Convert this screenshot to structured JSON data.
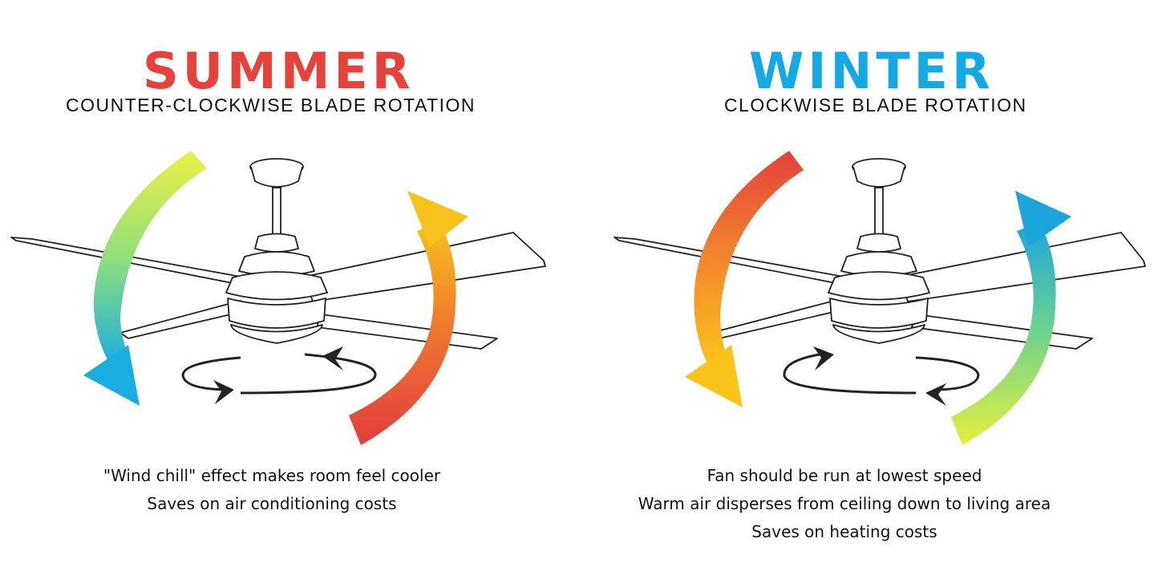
{
  "colors": {
    "summer_title": "#e8413a",
    "winter_title": "#12a9e6",
    "line": "#222222"
  },
  "summer": {
    "title": "SUMMER",
    "subtitle": "COUNTER-CLOCKWISE BLADE ROTATION",
    "benefits": [
      "\"Wind chill\" effect makes room feel cooler",
      "Saves on air conditioning costs"
    ],
    "airflow": "downward",
    "left_arrow_gradient": [
      "#ecef45",
      "#8fdf7a",
      "#1aaee0"
    ],
    "right_arrow_gradient": [
      "#e23d3d",
      "#f07a2e",
      "#f7c21b"
    ]
  },
  "winter": {
    "title": "WINTER",
    "subtitle": "CLOCKWISE BLADE ROTATION",
    "benefits": [
      "Fan should be run at lowest speed",
      "Warm air disperses from ceiling down to living area",
      "Saves on heating costs"
    ],
    "airflow": "upward",
    "left_arrow_gradient": [
      "#e5413b",
      "#f2862c",
      "#fbc41a"
    ],
    "right_arrow_gradient": [
      "#e6ee3c",
      "#6fd48c",
      "#1ba5dc"
    ]
  }
}
